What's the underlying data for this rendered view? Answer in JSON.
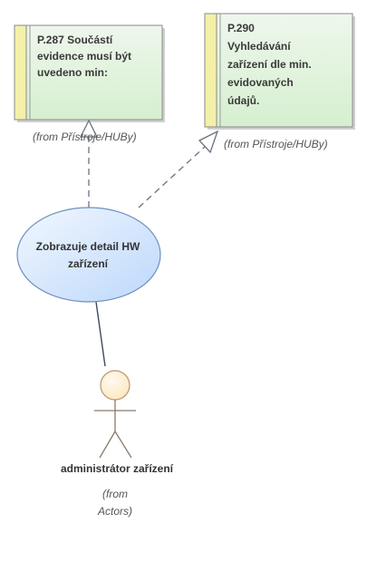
{
  "requirements": [
    {
      "id": "req-287",
      "lines": [
        "P.287  Součástí",
        "evidence musí být",
        "uvedeno min:"
      ],
      "from": "(from Přístroje/HUBy)"
    },
    {
      "id": "req-290",
      "lines": [
        "P.290",
        "Vyhledávání",
        "zařízení dle min.",
        "evidovaných",
        "údajů."
      ],
      "from": "(from Přístroje/HUBy)"
    }
  ],
  "use_case": {
    "lines": [
      "Zobrazuje detail HW",
      "zařízení"
    ]
  },
  "actor": {
    "name": "administrátor zařízení",
    "from_lines": [
      "(from",
      "Actors)"
    ]
  },
  "colors": {
    "requirement_fill_top": "#eef7ec",
    "requirement_fill_bottom": "#d6efd0",
    "requirement_stripe": "#f4f0a8",
    "requirement_border": "#8a8a8a",
    "use_case_fill_top": "#f2f7ff",
    "use_case_fill_bottom": "#bcd8fb",
    "use_case_border": "#6e8fbd",
    "actor_head_fill": "#fde7bf",
    "actor_head_border": "#b49870",
    "actor_body": "#8a7a6a",
    "connector": "#6b7280"
  }
}
